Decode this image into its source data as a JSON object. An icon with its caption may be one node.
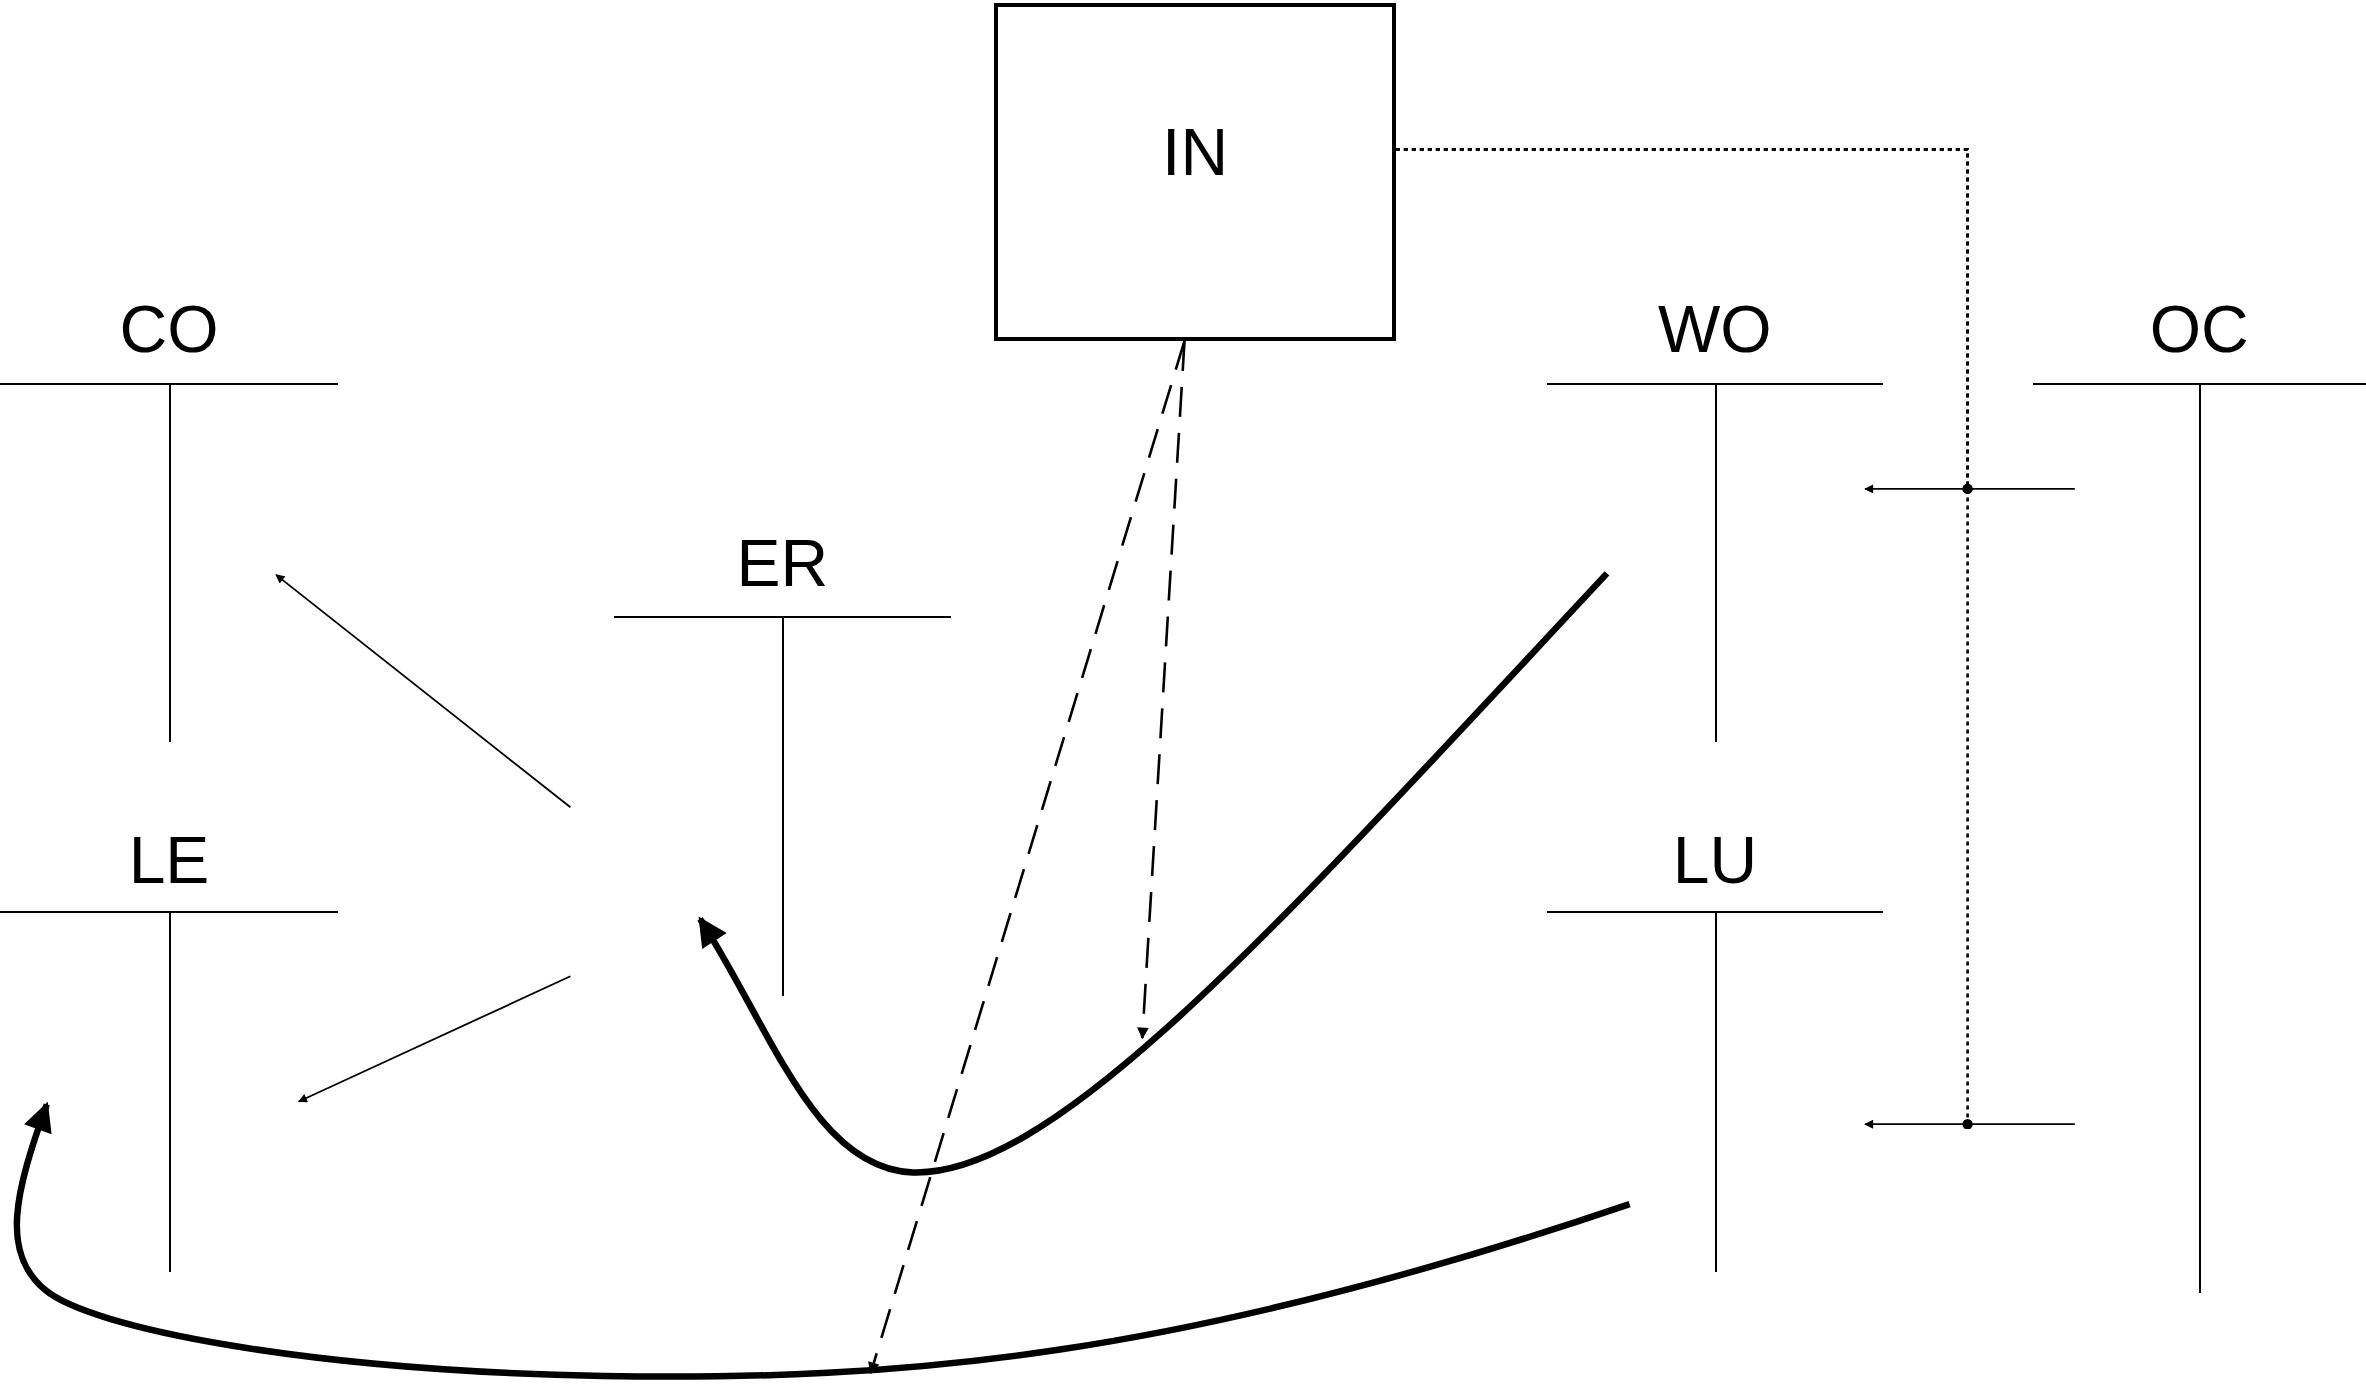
{
  "diagram": {
    "nodes": [
      {
        "text": [
          "IN"
        ]
      },
      {
        "text": [
          "CO"
        ]
      },
      {
        "text": [
          "ER"
        ]
      },
      {
        "text": [
          "WO"
        ]
      },
      {
        "text": [
          "OC"
        ]
      },
      {
        "text": [
          "LE"
        ]
      },
      {
        "text": [
          "LU"
        ]
      }
    ],
    "edges": [
      {
        "from": null,
        "to": 1,
        "arrow": "to"
      },
      {
        "from": null,
        "to": 5,
        "arrow": "to"
      },
      {
        "from": 3,
        "to": 2,
        "arrow": "to",
        "style": "thick"
      },
      {
        "from": 6,
        "to": 5,
        "arrow": "to",
        "style": "thick"
      },
      {
        "from": 0,
        "to": null,
        "arrow": "to",
        "style": "dashed"
      },
      {
        "from": 0,
        "to": null,
        "arrow": "to",
        "style": "dashed"
      },
      {
        "from": 4,
        "to": 3,
        "arrow": "to"
      },
      {
        "from": 4,
        "to": 6,
        "arrow": "to"
      },
      {
        "from": 0,
        "to": null,
        "arrow": "other",
        "style": "dashed"
      },
      {
        "from": 0,
        "to": null,
        "arrow": "other",
        "style": "dashed"
      }
    ]
  }
}
